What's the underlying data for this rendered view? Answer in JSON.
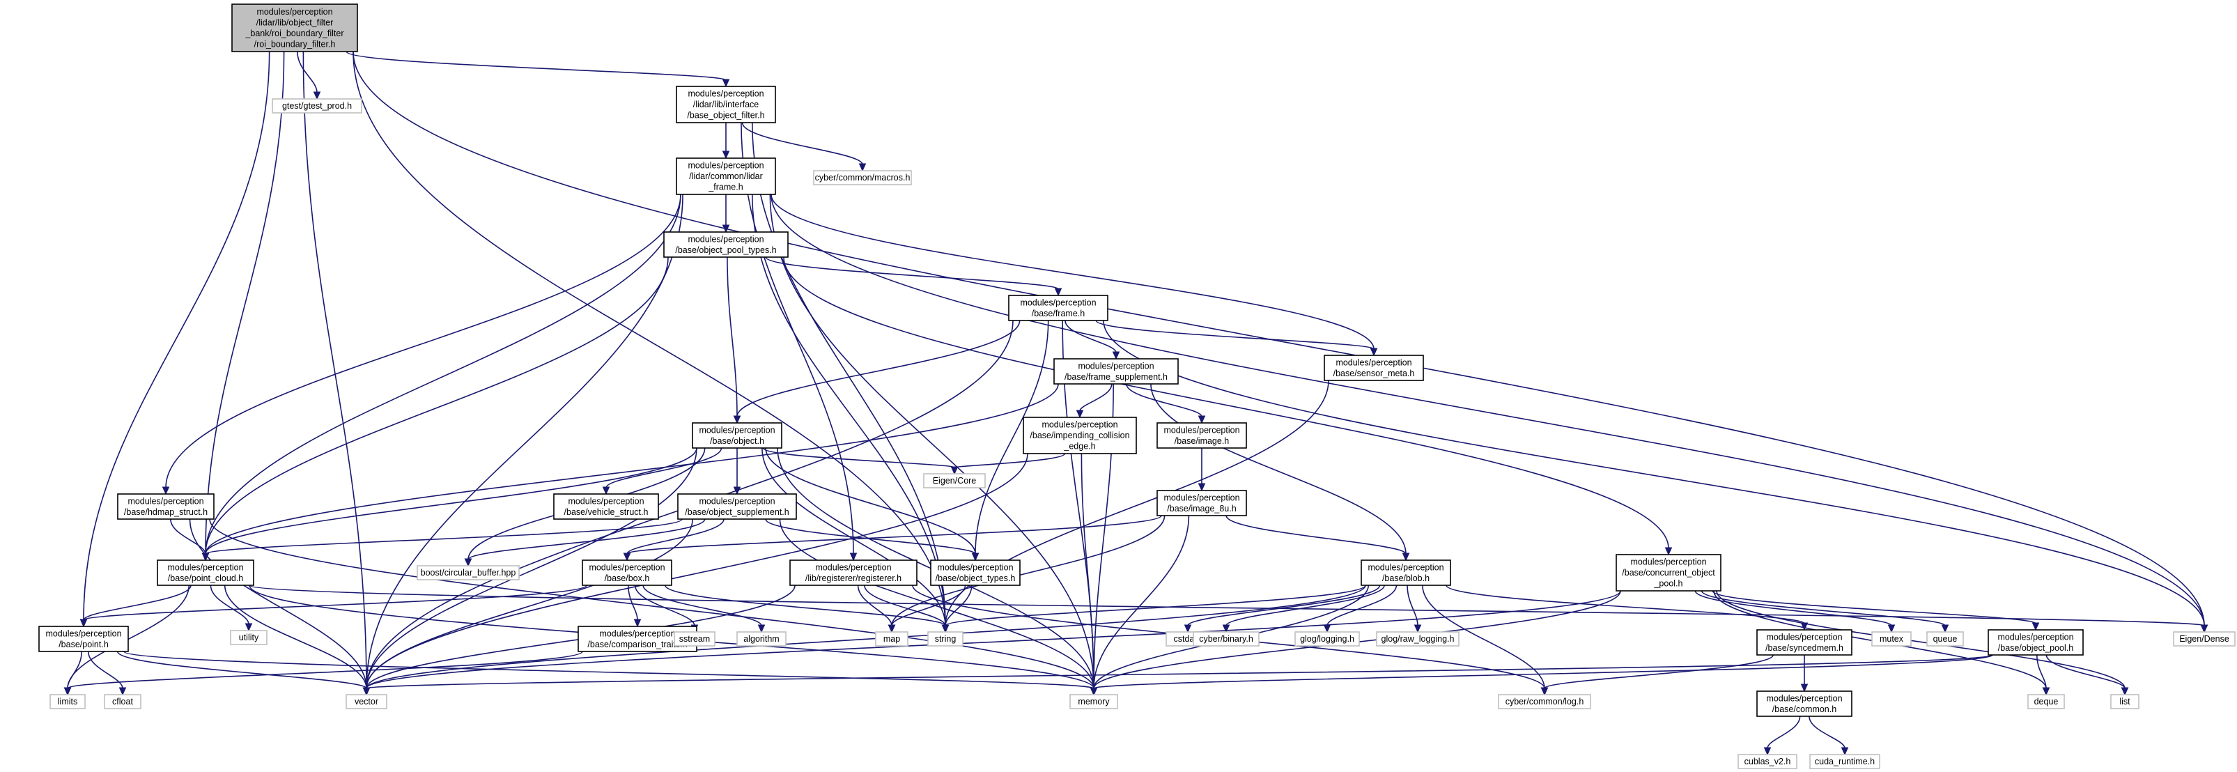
{
  "diagram": {
    "nodes": [
      {
        "id": "root",
        "kind": "root",
        "lines": [
          "modules/perception",
          "/lidar/lib/object_filter",
          "_bank/roi_boundary_filter",
          "/roi_boundary_filter.h"
        ]
      },
      {
        "id": "gtest",
        "kind": "external",
        "lines": [
          "gtest/gtest_prod.h"
        ]
      },
      {
        "id": "base_object_filter",
        "kind": "local",
        "lines": [
          "modules/perception",
          "/lidar/lib/interface",
          "/base_object_filter.h"
        ]
      },
      {
        "id": "cyber_macros",
        "kind": "external",
        "lines": [
          "cyber/common/macros.h"
        ]
      },
      {
        "id": "lidar_frame",
        "kind": "local",
        "lines": [
          "modules/perception",
          "/lidar/common/lidar",
          "_frame.h"
        ]
      },
      {
        "id": "object_pool_types",
        "kind": "local",
        "lines": [
          "modules/perception",
          "/base/object_pool_types.h"
        ]
      },
      {
        "id": "frame",
        "kind": "local",
        "lines": [
          "modules/perception",
          "/base/frame.h"
        ]
      },
      {
        "id": "sensor_meta",
        "kind": "local",
        "lines": [
          "modules/perception",
          "/base/sensor_meta.h"
        ]
      },
      {
        "id": "frame_supplement",
        "kind": "local",
        "lines": [
          "modules/perception",
          "/base/frame_supplement.h"
        ]
      },
      {
        "id": "impending",
        "kind": "local",
        "lines": [
          "modules/perception",
          "/base/impending_collision",
          "_edge.h"
        ]
      },
      {
        "id": "image",
        "kind": "local",
        "lines": [
          "modules/perception",
          "/base/image.h"
        ]
      },
      {
        "id": "object",
        "kind": "local",
        "lines": [
          "modules/perception",
          "/base/object.h"
        ]
      },
      {
        "id": "eigen_core",
        "kind": "external",
        "lines": [
          "Eigen/Core"
        ]
      },
      {
        "id": "image_8u",
        "kind": "local",
        "lines": [
          "modules/perception",
          "/base/image_8u.h"
        ]
      },
      {
        "id": "hdmap_struct",
        "kind": "local",
        "lines": [
          "modules/perception",
          "/base/hdmap_struct.h"
        ]
      },
      {
        "id": "vehicle_struct",
        "kind": "local",
        "lines": [
          "modules/perception",
          "/base/vehicle_struct.h"
        ]
      },
      {
        "id": "object_supplement",
        "kind": "local",
        "lines": [
          "modules/perception",
          "/base/object_supplement.h"
        ]
      },
      {
        "id": "point_cloud",
        "kind": "local",
        "lines": [
          "modules/perception",
          "/base/point_cloud.h"
        ]
      },
      {
        "id": "boost_cb",
        "kind": "external",
        "lines": [
          "boost/circular_buffer.hpp"
        ]
      },
      {
        "id": "box",
        "kind": "local",
        "lines": [
          "modules/perception",
          "/base/box.h"
        ]
      },
      {
        "id": "registerer",
        "kind": "local",
        "lines": [
          "modules/perception",
          "/lib/registerer/registerer.h"
        ]
      },
      {
        "id": "object_types",
        "kind": "local",
        "lines": [
          "modules/perception",
          "/base/object_types.h"
        ]
      },
      {
        "id": "blob",
        "kind": "local",
        "lines": [
          "modules/perception",
          "/base/blob.h"
        ]
      },
      {
        "id": "concurrent_pool",
        "kind": "local",
        "lines": [
          "modules/perception",
          "/base/concurrent_object",
          "_pool.h"
        ]
      },
      {
        "id": "utility",
        "kind": "external",
        "lines": [
          "utility"
        ]
      },
      {
        "id": "point",
        "kind": "local",
        "lines": [
          "modules/perception",
          "/base/point.h"
        ]
      },
      {
        "id": "comparison",
        "kind": "local",
        "lines": [
          "modules/perception",
          "/base/comparison_traits.h"
        ]
      },
      {
        "id": "sstream",
        "kind": "external",
        "lines": [
          "sstream"
        ]
      },
      {
        "id": "algorithm",
        "kind": "external",
        "lines": [
          "algorithm"
        ]
      },
      {
        "id": "map",
        "kind": "external",
        "lines": [
          "map"
        ]
      },
      {
        "id": "string",
        "kind": "external",
        "lines": [
          "string"
        ]
      },
      {
        "id": "cstdarg",
        "kind": "external",
        "lines": [
          "cstdarg"
        ]
      },
      {
        "id": "cyber_binary",
        "kind": "external",
        "lines": [
          "cyber/binary.h"
        ]
      },
      {
        "id": "glog_logging",
        "kind": "external",
        "lines": [
          "glog/logging.h"
        ]
      },
      {
        "id": "glog_raw",
        "kind": "external",
        "lines": [
          "glog/raw_logging.h"
        ]
      },
      {
        "id": "syncedmem",
        "kind": "local",
        "lines": [
          "modules/perception",
          "/base/syncedmem.h"
        ]
      },
      {
        "id": "mutex",
        "kind": "external",
        "lines": [
          "mutex"
        ]
      },
      {
        "id": "queue",
        "kind": "external",
        "lines": [
          "queue"
        ]
      },
      {
        "id": "object_pool",
        "kind": "local",
        "lines": [
          "modules/perception",
          "/base/object_pool.h"
        ]
      },
      {
        "id": "eigen_dense",
        "kind": "external",
        "lines": [
          "Eigen/Dense"
        ]
      },
      {
        "id": "limits",
        "kind": "external",
        "lines": [
          "limits"
        ]
      },
      {
        "id": "cfloat",
        "kind": "external",
        "lines": [
          "cfloat"
        ]
      },
      {
        "id": "vector",
        "kind": "external",
        "lines": [
          "vector"
        ]
      },
      {
        "id": "memory",
        "kind": "external",
        "lines": [
          "memory"
        ]
      },
      {
        "id": "cyber_log",
        "kind": "external",
        "lines": [
          "cyber/common/log.h"
        ]
      },
      {
        "id": "common",
        "kind": "local",
        "lines": [
          "modules/perception",
          "/base/common.h"
        ]
      },
      {
        "id": "deque",
        "kind": "external",
        "lines": [
          "deque"
        ]
      },
      {
        "id": "list",
        "kind": "external",
        "lines": [
          "list"
        ]
      },
      {
        "id": "cublas",
        "kind": "external",
        "lines": [
          "cublas_v2.h"
        ]
      },
      {
        "id": "cuda_runtime",
        "kind": "external",
        "lines": [
          "cuda_runtime.h"
        ]
      }
    ],
    "edges": [
      [
        "root",
        "gtest"
      ],
      [
        "root",
        "base_object_filter"
      ],
      [
        "root",
        "point_cloud"
      ],
      [
        "root",
        "point"
      ],
      [
        "root",
        "vector"
      ],
      [
        "root",
        "eigen_dense"
      ],
      [
        "root",
        "string"
      ],
      [
        "base_object_filter",
        "lidar_frame"
      ],
      [
        "base_object_filter",
        "cyber_macros"
      ],
      [
        "base_object_filter",
        "registerer"
      ],
      [
        "base_object_filter",
        "string"
      ],
      [
        "lidar_frame",
        "object_pool_types"
      ],
      [
        "lidar_frame",
        "hdmap_struct"
      ],
      [
        "lidar_frame",
        "point_cloud"
      ],
      [
        "lidar_frame",
        "sensor_meta"
      ],
      [
        "lidar_frame",
        "eigen_dense"
      ],
      [
        "lidar_frame",
        "vector"
      ],
      [
        "lidar_frame",
        "memory"
      ],
      [
        "lidar_frame",
        "string"
      ],
      [
        "object_pool_types",
        "frame"
      ],
      [
        "object_pool_types",
        "object"
      ],
      [
        "object_pool_types",
        "point_cloud"
      ],
      [
        "object_pool_types",
        "concurrent_pool"
      ],
      [
        "frame",
        "sensor_meta"
      ],
      [
        "frame",
        "frame_supplement"
      ],
      [
        "frame",
        "object"
      ],
      [
        "frame",
        "object_types"
      ],
      [
        "frame",
        "vector"
      ],
      [
        "frame",
        "memory"
      ],
      [
        "frame",
        "eigen_dense"
      ],
      [
        "frame_supplement",
        "impending"
      ],
      [
        "frame_supplement",
        "image"
      ],
      [
        "frame_supplement",
        "blob"
      ],
      [
        "frame_supplement",
        "point_cloud"
      ],
      [
        "frame_supplement",
        "memory"
      ],
      [
        "sensor_meta",
        "string"
      ],
      [
        "impending",
        "eigen_core"
      ],
      [
        "impending",
        "vector"
      ],
      [
        "impending",
        "memory"
      ],
      [
        "image",
        "image_8u"
      ],
      [
        "image_8u",
        "blob"
      ],
      [
        "image_8u",
        "box"
      ],
      [
        "image_8u",
        "map"
      ],
      [
        "image_8u",
        "memory"
      ],
      [
        "object",
        "eigen_core"
      ],
      [
        "object",
        "vehicle_struct"
      ],
      [
        "object",
        "object_supplement"
      ],
      [
        "object",
        "object_types"
      ],
      [
        "object",
        "point_cloud"
      ],
      [
        "object",
        "boost_cb"
      ],
      [
        "object",
        "vector"
      ],
      [
        "object",
        "string"
      ],
      [
        "object",
        "memory"
      ],
      [
        "object_supplement",
        "box"
      ],
      [
        "object_supplement",
        "object_types"
      ],
      [
        "object_supplement",
        "point_cloud"
      ],
      [
        "object_supplement",
        "boost_cb"
      ],
      [
        "object_supplement",
        "vector"
      ],
      [
        "object_supplement",
        "memory"
      ],
      [
        "hdmap_struct",
        "point_cloud"
      ],
      [
        "hdmap_struct",
        "vector"
      ],
      [
        "hdmap_struct",
        "memory"
      ],
      [
        "point_cloud",
        "point"
      ],
      [
        "point_cloud",
        "utility"
      ],
      [
        "point_cloud",
        "limits"
      ],
      [
        "point_cloud",
        "vector"
      ],
      [
        "point_cloud",
        "memory"
      ],
      [
        "point_cloud",
        "eigen_dense"
      ],
      [
        "point",
        "limits"
      ],
      [
        "point",
        "cfloat"
      ],
      [
        "point",
        "vector"
      ],
      [
        "point",
        "memory"
      ],
      [
        "box",
        "point"
      ],
      [
        "box",
        "comparison"
      ],
      [
        "box",
        "sstream"
      ],
      [
        "box",
        "algorithm"
      ],
      [
        "box",
        "string"
      ],
      [
        "comparison",
        "limits"
      ],
      [
        "registerer",
        "map"
      ],
      [
        "registerer",
        "string"
      ],
      [
        "registerer",
        "vector"
      ],
      [
        "registerer",
        "cyber_log"
      ],
      [
        "object_types",
        "map"
      ],
      [
        "object_types",
        "string"
      ],
      [
        "blob",
        "cstdarg"
      ],
      [
        "blob",
        "cyber_binary"
      ],
      [
        "blob",
        "glog_logging"
      ],
      [
        "blob",
        "glog_raw"
      ],
      [
        "blob",
        "syncedmem"
      ],
      [
        "blob",
        "string"
      ],
      [
        "blob",
        "vector"
      ],
      [
        "blob",
        "memory"
      ],
      [
        "blob",
        "cyber_log"
      ],
      [
        "concurrent_pool",
        "object_pool"
      ],
      [
        "concurrent_pool",
        "mutex"
      ],
      [
        "concurrent_pool",
        "queue"
      ],
      [
        "concurrent_pool",
        "deque"
      ],
      [
        "concurrent_pool",
        "list"
      ],
      [
        "concurrent_pool",
        "vector"
      ],
      [
        "concurrent_pool",
        "memory"
      ],
      [
        "syncedmem",
        "common"
      ],
      [
        "syncedmem",
        "cyber_log"
      ],
      [
        "common",
        "cublas"
      ],
      [
        "common",
        "cuda_runtime"
      ],
      [
        "object_pool",
        "deque"
      ],
      [
        "object_pool",
        "list"
      ],
      [
        "object_pool",
        "vector"
      ],
      [
        "object_pool",
        "memory"
      ]
    ]
  }
}
